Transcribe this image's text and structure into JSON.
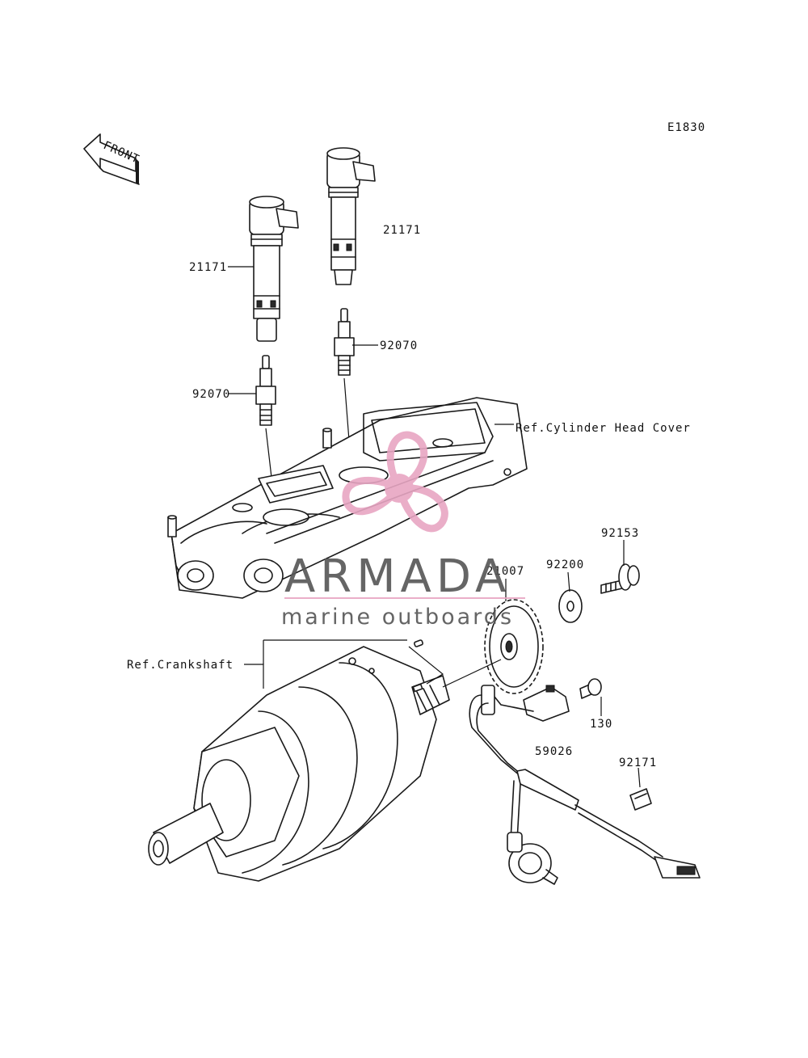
{
  "diagram_code": "E1830",
  "front_arrow": {
    "label": "FRONT",
    "icon": "front-arrow-icon"
  },
  "callouts": {
    "coil_right": "21171",
    "coil_left": "21171",
    "plug_right": "92070",
    "plug_left": "92070",
    "head_cover_ref": "Ref.Cylinder Head Cover",
    "bolt": "92153",
    "washer": "92200",
    "rotor": "21007",
    "crankshaft_ref": "Ref.Crankshaft",
    "sensor_bolt": "130",
    "harness_sensor": "59026",
    "clamp": "92171"
  },
  "watermark": {
    "brand": "ARMADA",
    "tagline": "marine outboards",
    "logo_icon": "propeller-logo-icon",
    "logo_color": "#e8a6c3",
    "text_color": "#555555"
  }
}
